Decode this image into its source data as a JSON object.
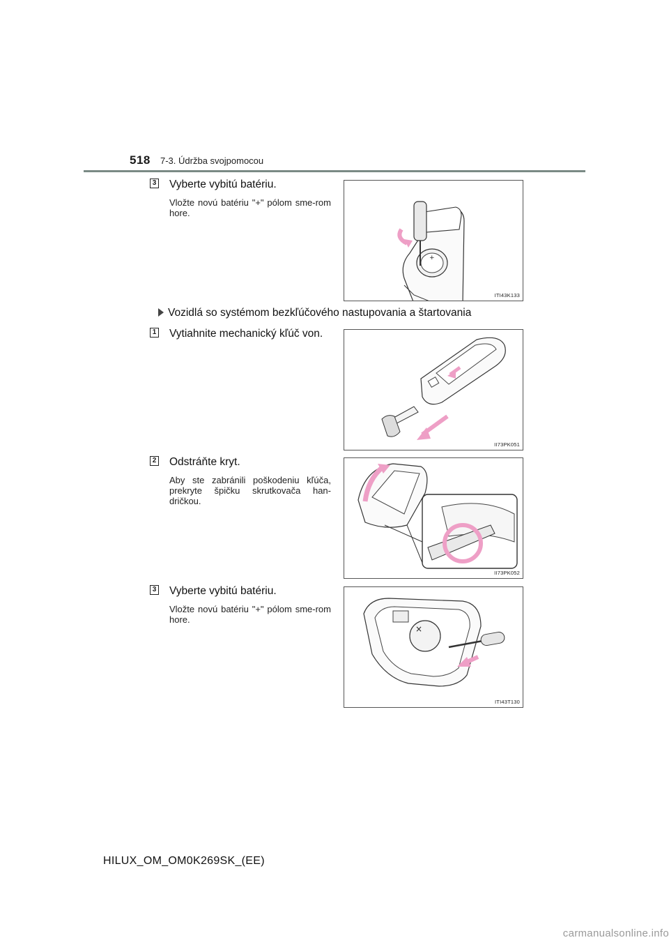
{
  "header": {
    "page_number": "518",
    "section": "7-3. Údržba svojpomocou"
  },
  "blocks": [
    {
      "step": "3",
      "title": "Vyberte vybitú batériu.",
      "note": "Vložte novú batériu \"+\" pólom sme-rom hore.",
      "figure_code": "ITI43K133"
    },
    {
      "step": "1",
      "title": "Vytiahnite mechanický kľúč von.",
      "figure_code": "II73PK051"
    },
    {
      "step": "2",
      "title": "Odstráňte kryt.",
      "note": "Aby ste zabránili poškodeniu kľúča, prekryte špičku skrutkovača han-dričkou.",
      "figure_code": "II73PK052"
    },
    {
      "step": "3",
      "title": "Vyberte vybitú batériu.",
      "note": "Vložte novú batériu \"+\" pólom sme-rom hore.",
      "figure_code": "ITI43T130"
    }
  ],
  "subheading": "Vozidlá so systémom bezkľúčového nastupovania a štartovania",
  "footer": {
    "model_code": "HILUX_OM_OM0K269SK_(EE)",
    "watermark": "carmanualsonline.info"
  },
  "colors": {
    "arrow_pink": "#ee9fc6",
    "rule": "#7a8a85",
    "line": "#333333"
  }
}
